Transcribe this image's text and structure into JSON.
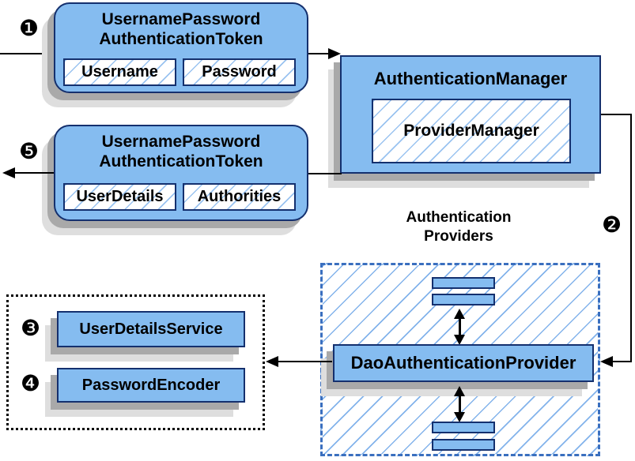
{
  "steps": {
    "one": "❶",
    "two": "❷",
    "three": "❸",
    "four": "❹",
    "five": "❺"
  },
  "request_token": {
    "title_line1": "UsernamePassword",
    "title_line2": "AuthenticationToken",
    "field_left": "Username",
    "field_right": "Password"
  },
  "response_token": {
    "title_line1": "UsernamePassword",
    "title_line2": "AuthenticationToken",
    "field_left": "UserDetails",
    "field_right": "Authorities"
  },
  "manager": {
    "title": "AuthenticationManager",
    "inner": "ProviderManager"
  },
  "providers": {
    "label_line1": "Authentication",
    "label_line2": "Providers",
    "dao": "DaoAuthenticationProvider"
  },
  "beans": {
    "user_details_service": "UserDetailsService",
    "password_encoder": "PasswordEncoder"
  },
  "colors": {
    "box_fill": "#85bcf0",
    "box_border": "#14306e",
    "hatch_line": "#78afeb",
    "dashed_border": "#3a6fbf",
    "shadow_dark": "#a9a9a9",
    "shadow_light": "#dedede",
    "arrow": "#000000"
  }
}
